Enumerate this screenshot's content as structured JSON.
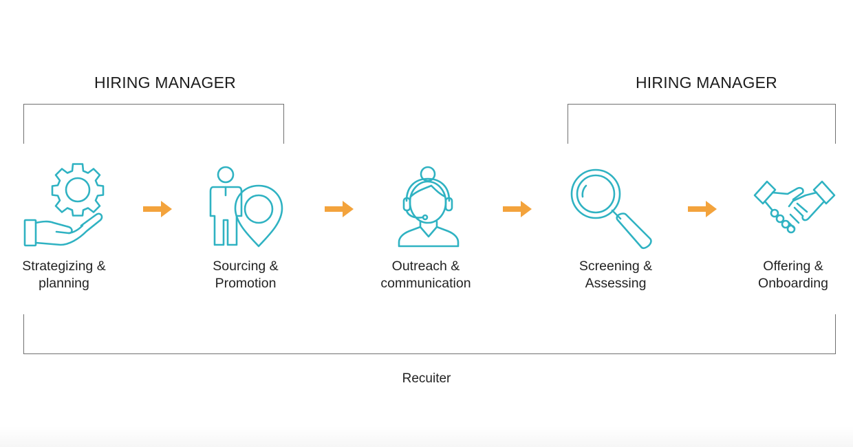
{
  "groups": [
    {
      "label": "HIRING MANAGER"
    },
    {
      "label": "HIRING MANAGER"
    }
  ],
  "steps": [
    {
      "line1": "Strategizing &",
      "line2": "planning",
      "icon": "gear-in-hand-icon"
    },
    {
      "line1": "Sourcing &",
      "line2": "Promotion",
      "icon": "person-location-pin-icon"
    },
    {
      "line1": "Outreach &",
      "line2": "communication",
      "icon": "headset-operator-icon"
    },
    {
      "line1": "Screening &",
      "line2": "Assessing",
      "icon": "magnifying-glass-icon"
    },
    {
      "line1": "Offering &",
      "line2": "Onboarding",
      "icon": "handshake-icon"
    }
  ],
  "bottom": {
    "label": "Recuiter"
  },
  "colors": {
    "icon": "#2fb2c2",
    "arrow": "#f3a33c",
    "bracket": "#6f6f6f",
    "text": "#222222"
  }
}
